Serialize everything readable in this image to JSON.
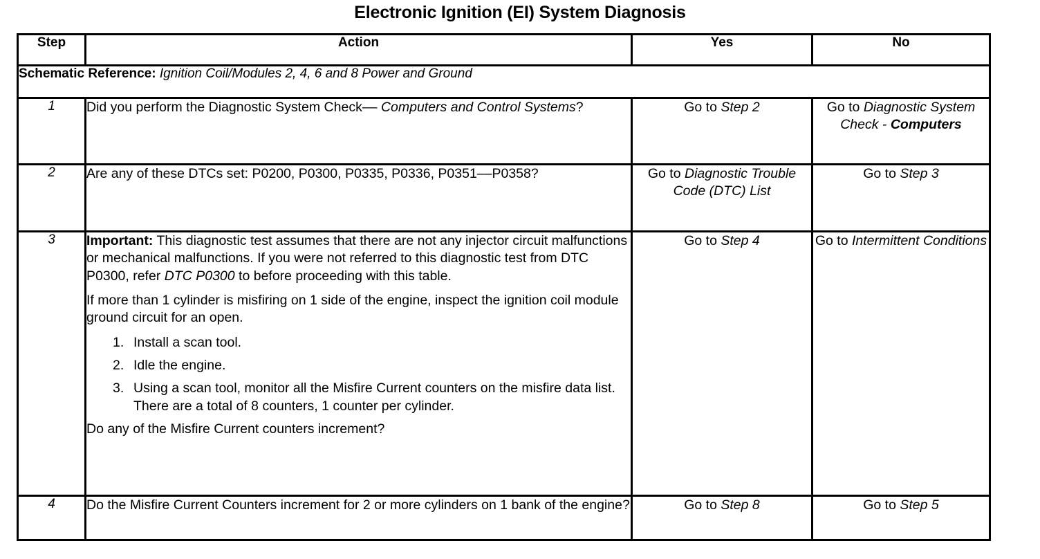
{
  "document": {
    "title": "Electronic Ignition (EI) System Diagnosis"
  },
  "table": {
    "headers": {
      "step": "Step",
      "action": "Action",
      "yes": "Yes",
      "no": "No"
    },
    "schematic_reference": {
      "label": "Schematic Reference:",
      "value": "Ignition Coil/Modules 2, 4, 6 and 8 Power and Ground"
    },
    "rows": [
      {
        "step": "1",
        "action": {
          "text_a": "Did you perform the Diagnostic System Check–– ",
          "italic_a": "Computers and Control Systems",
          "text_b": "?"
        },
        "yes": {
          "prefix": "Go to ",
          "italic": "Step 2"
        },
        "no": {
          "prefix": "Go to ",
          "italic": "Diagnostic System Check - ",
          "bold_italic": "Computers"
        }
      },
      {
        "step": "2",
        "action": {
          "text_a": "Are any of these DTCs set: P0200, P0300, P0335, P0336, P0351––P0358?"
        },
        "yes": {
          "prefix": "Go to ",
          "italic": "Diagnostic Trouble Code (DTC) List"
        },
        "no": {
          "prefix": "Go to ",
          "italic": "Step 3"
        }
      },
      {
        "step": "3",
        "action": {
          "important_label": "Important:",
          "important_text_a": " This diagnostic test assumes that there are not any injector circuit malfunctions or mechanical malfunctions. If you were not referred to this diagnostic test from DTC P0300, refer ",
          "important_italic": "DTC P0300",
          "important_text_b": " to before proceeding with this table.",
          "para2": "If more than 1 cylinder is misfiring on 1 side of the engine, inspect the ignition coil module ground circuit for an open.",
          "substeps": [
            "Install a scan tool.",
            "Idle the engine.",
            "Using a scan tool, monitor all the Misfire Current counters on the misfire data list. There are a total of 8 counters, 1 counter per cylinder."
          ],
          "question": "Do any of the Misfire Current counters increment?"
        },
        "yes": {
          "prefix": "Go to ",
          "italic": "Step 4"
        },
        "no": {
          "prefix": "Go to ",
          "italic": "Intermittent Conditions"
        }
      },
      {
        "step": "4",
        "action": {
          "text_a": "Do the Misfire Current Counters increment for 2 or more cylinders on 1 bank of the engine?"
        },
        "yes": {
          "prefix": "Go to ",
          "italic": "Step 8"
        },
        "no": {
          "prefix": "Go to ",
          "italic": "Step 5"
        }
      }
    ]
  },
  "colors": {
    "ink": "#000000",
    "paper": "#ffffff"
  }
}
